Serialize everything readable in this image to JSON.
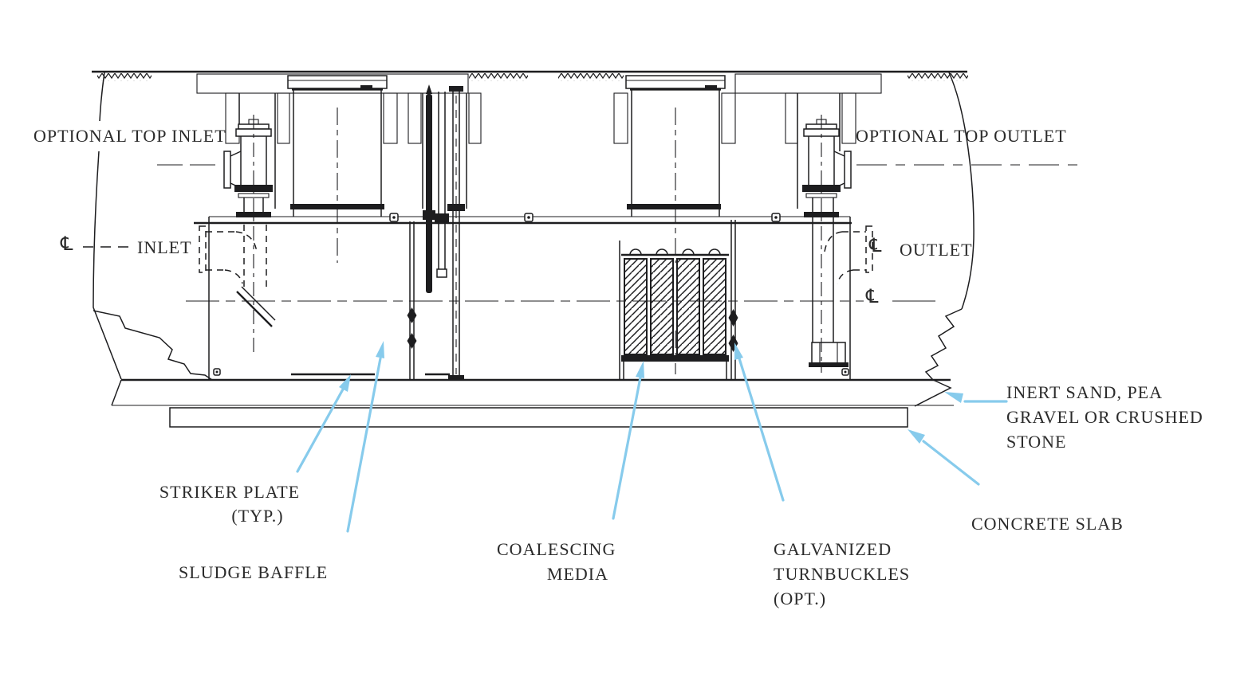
{
  "drawing": {
    "labels": {
      "optional_top_inlet": "OPTIONAL TOP INLET",
      "optional_top_outlet": "OPTIONAL TOP OUTLET",
      "inlet": "INLET",
      "outlet": "OUTLET",
      "striker_plate_line1": "STRIKER PLATE",
      "striker_plate_line2": "(TYP.)",
      "sludge_baffle": "SLUDGE BAFFLE",
      "coalescing_media_line1": "COALESCING",
      "coalescing_media_line2": "MEDIA",
      "turnbuckles_line1": "GALVANIZED",
      "turnbuckles_line2": "TURNBUCKLES",
      "turnbuckles_line3": "(OPT.)",
      "bedding_line1": "INERT SAND, PEA",
      "bedding_line2": "GRAVEL OR CRUSHED",
      "bedding_line3": "STONE",
      "concrete_slab": "CONCRETE SLAB",
      "centerline_symbol": "℄"
    },
    "colors": {
      "line": "#1d1d1f",
      "text": "#2b2b2b",
      "callout_arrow": "#87CBEC",
      "background": "#ffffff"
    }
  }
}
